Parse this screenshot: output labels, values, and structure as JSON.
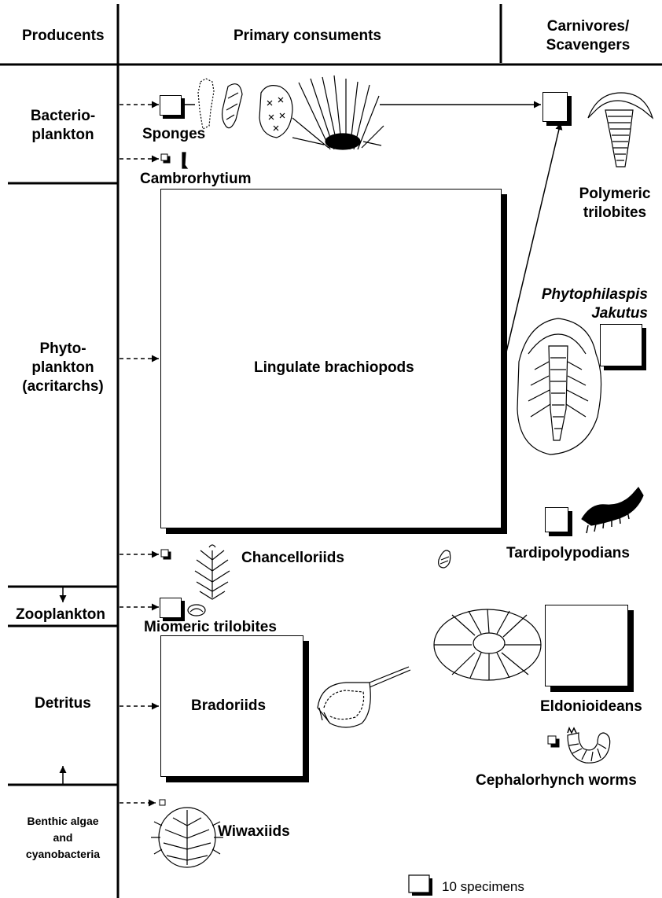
{
  "headers": {
    "producents": "Producents",
    "primary": "Primary consuments",
    "carnivores_line1": "Carnivores/",
    "carnivores_line2": "Scavengers"
  },
  "producers": {
    "bacterio_line1": "Bacterio-",
    "bacterio_line2": "plankton",
    "phyto_line1": "Phyto-",
    "phyto_line2": "plankton",
    "phyto_line3": "(acritarchs)",
    "zooplankton": "Zooplankton",
    "detritus": "Detritus",
    "benthic_line1": "Benthic algae",
    "benthic_line2": "and",
    "benthic_line3": "cyanobacteria"
  },
  "consumers": {
    "sponges": "Sponges",
    "cambrorhytium": "Cambrorhytium",
    "lingulate": "Lingulate brachiopods",
    "chancelloriids": "Chancelloriids",
    "miomeric": "Miomeric trilobites",
    "bradoriids": "Bradoriids",
    "wiwaxiids": "Wiwaxiids"
  },
  "predators": {
    "polymeric_line1": "Polymeric",
    "polymeric_line2": "trilobites",
    "phyto_line1": "Phytophilaspis",
    "phyto_line2": "Jakutus",
    "tardipolypodians": "Tardipolypodians",
    "eldonioideans": "Eldonioideans",
    "cephalorhynch": "Cephalorhynch worms"
  },
  "legend": {
    "label": "10 specimens"
  }
}
